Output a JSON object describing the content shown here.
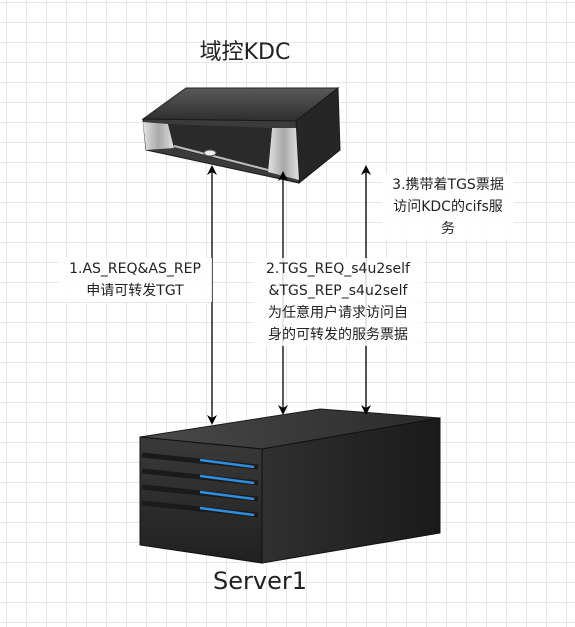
{
  "title": "域控KDC",
  "server_label": "Server1",
  "arrows": [
    {
      "id": "1",
      "lines": [
        "1.AS_REQ&AS_REP",
        "申请可转发TGT"
      ]
    },
    {
      "id": "2",
      "lines": [
        "2.TGS_REQ_s4u2self",
        "&TGS_REP_s4u2self",
        "为任意用户请求访问自",
        "身的可转发的服务票据"
      ]
    },
    {
      "id": "3",
      "lines": [
        "3.携带着TGS票据",
        "访问KDC的cifs服",
        "务"
      ]
    }
  ],
  "colors": {
    "device_body": "#3a3a3a",
    "device_front": "#c9c9c9",
    "led": "#2e8fe0",
    "arrow": "#000000"
  }
}
